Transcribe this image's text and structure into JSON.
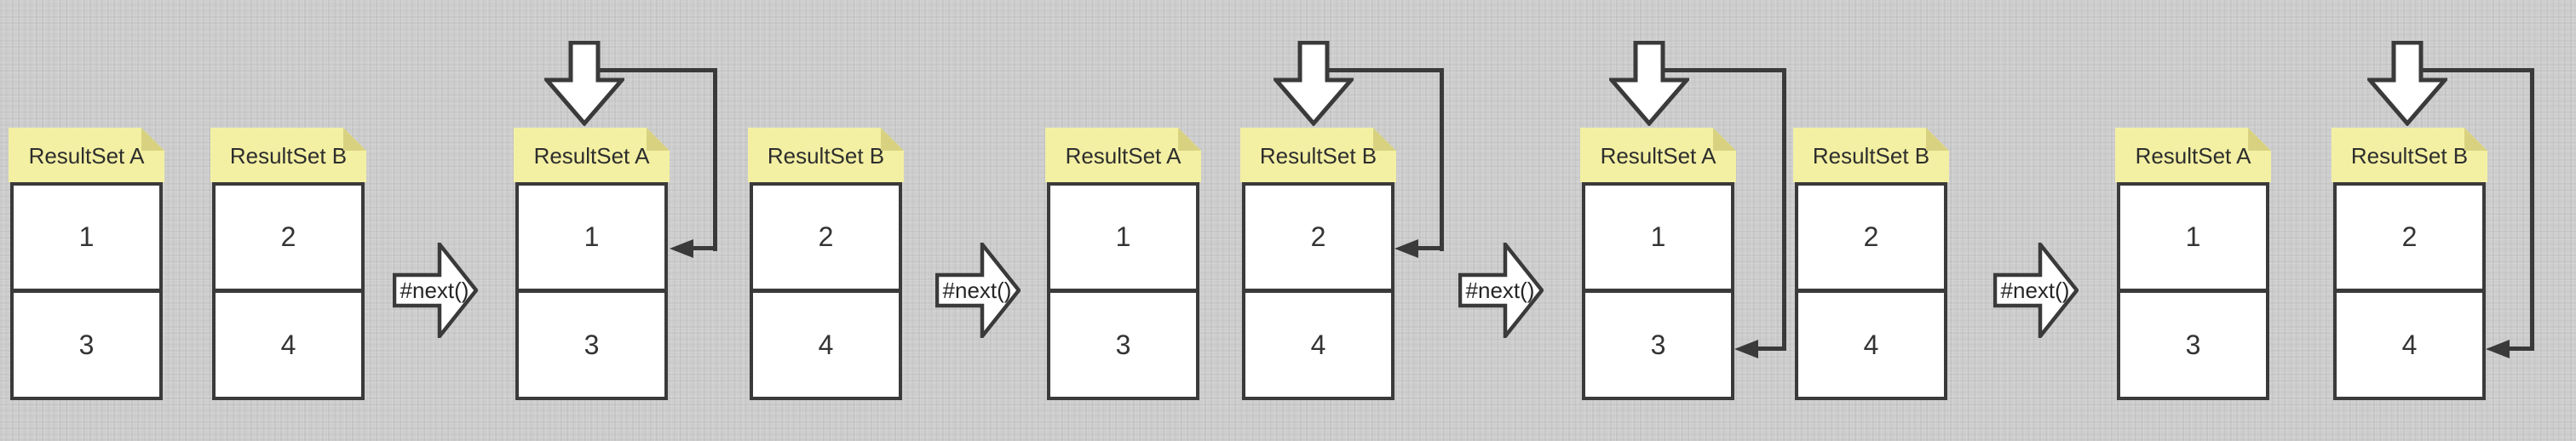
{
  "labels": {
    "next_call": "#next()"
  },
  "stages": [
    {
      "resultsets": [
        {
          "label": "ResultSet A",
          "rows": [
            "1",
            "3"
          ]
        },
        {
          "label": "ResultSet B",
          "rows": [
            "2",
            "4"
          ]
        }
      ],
      "cursor": null
    },
    {
      "resultsets": [
        {
          "label": "ResultSet A",
          "rows": [
            "1",
            "3"
          ]
        },
        {
          "label": "ResultSet B",
          "rows": [
            "2",
            "4"
          ]
        }
      ],
      "cursor": {
        "resultset": "ResultSet A",
        "row_value": "1"
      }
    },
    {
      "resultsets": [
        {
          "label": "ResultSet A",
          "rows": [
            "1",
            "3"
          ]
        },
        {
          "label": "ResultSet B",
          "rows": [
            "2",
            "4"
          ]
        }
      ],
      "cursor": {
        "resultset": "ResultSet B",
        "row_value": "2"
      }
    },
    {
      "resultsets": [
        {
          "label": "ResultSet A",
          "rows": [
            "1",
            "3"
          ]
        },
        {
          "label": "ResultSet B",
          "rows": [
            "2",
            "4"
          ]
        }
      ],
      "cursor": {
        "resultset": "ResultSet A",
        "row_value": "3"
      }
    },
    {
      "resultsets": [
        {
          "label": "ResultSet A",
          "rows": [
            "1",
            "3"
          ]
        },
        {
          "label": "ResultSet B",
          "rows": [
            "2",
            "4"
          ]
        }
      ],
      "cursor": {
        "resultset": "ResultSet B",
        "row_value": "4"
      }
    }
  ],
  "colors": {
    "note_yellow": "#f3f0a3",
    "note_fold": "#d8d280",
    "line_dark": "#3a3a3a",
    "background_gray": "#cdcdcd",
    "card_white": "#ffffff"
  }
}
